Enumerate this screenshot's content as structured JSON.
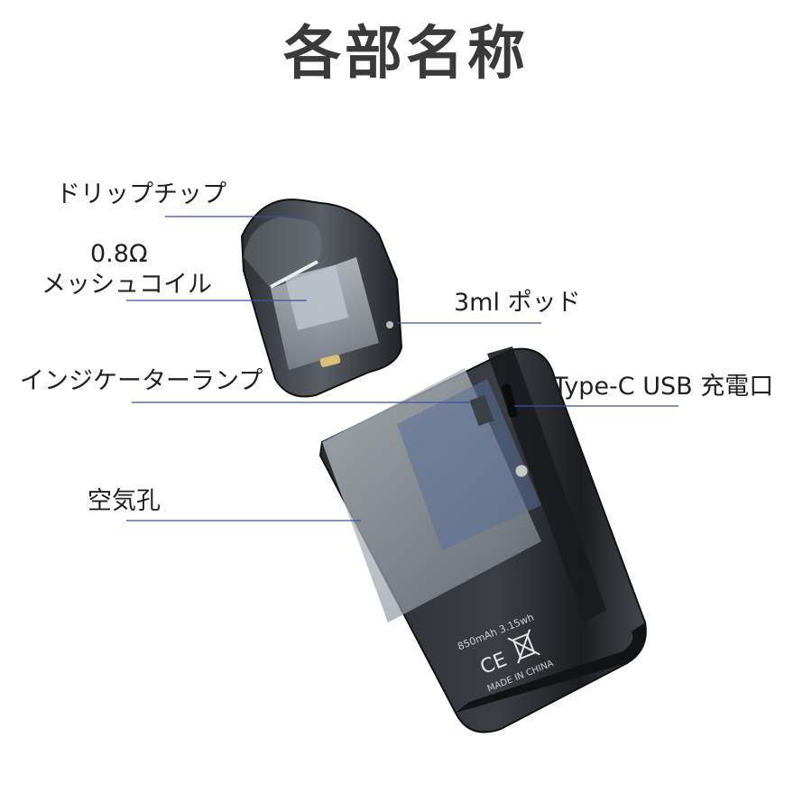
{
  "title": "各部名称",
  "labels": {
    "drip_tip": "ドリップチップ",
    "coil_ohm": "0.8Ω",
    "coil_name": "メッシュコイル",
    "pod": "3ml ポッド",
    "indicator": "インジケーターランプ",
    "usb": "Type-C USB 充電口",
    "airflow": "空気孔"
  },
  "device_print": {
    "capacity": "850mAh 3.15wh",
    "made_in": "MADE IN CHINA",
    "ce_mark": "CE"
  },
  "colors": {
    "leader_line": "#3b4fa6",
    "title": "#3a3a3a"
  }
}
